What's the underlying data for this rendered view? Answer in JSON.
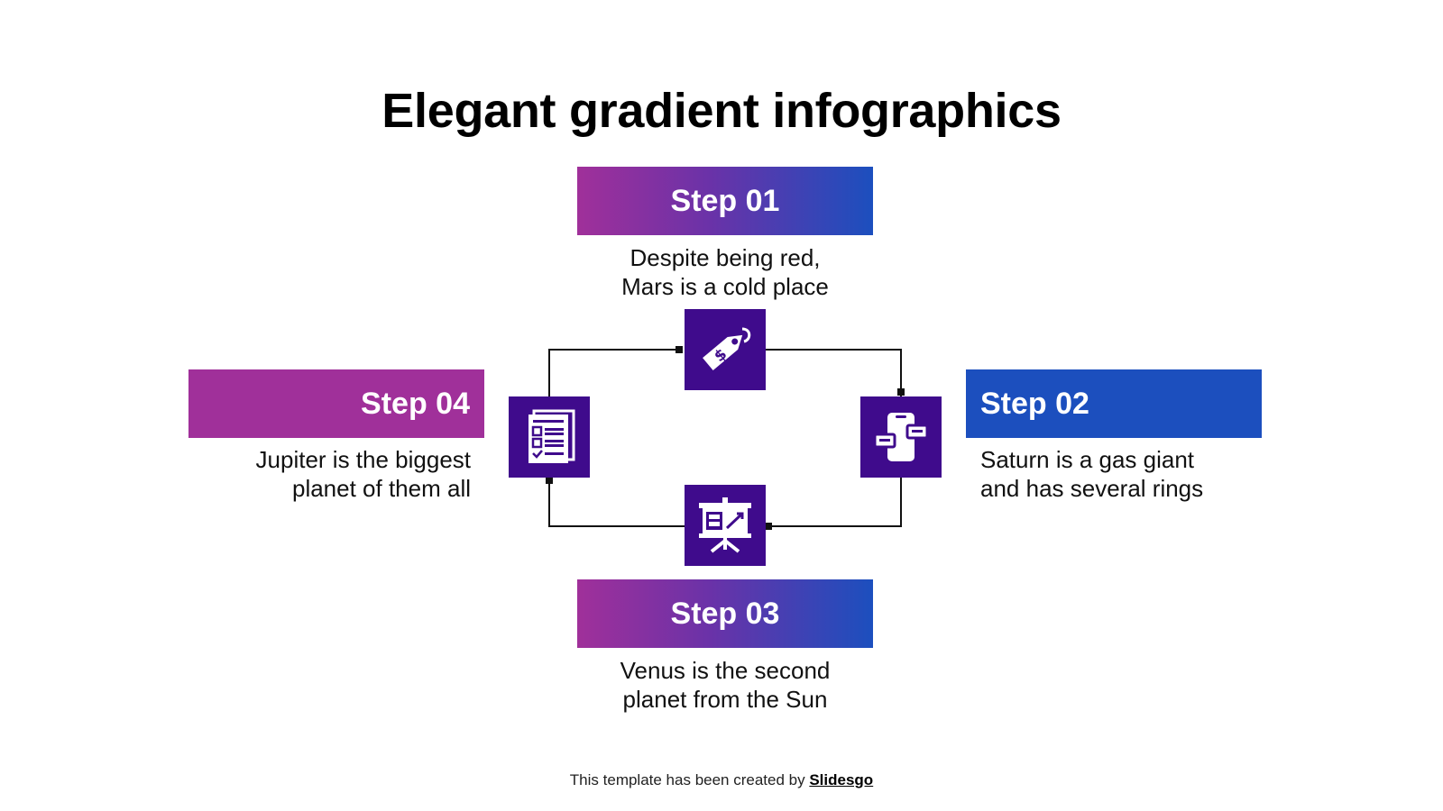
{
  "title": "Elegant gradient infographics",
  "steps": [
    {
      "label": "Step 01",
      "line1": "Despite being red,",
      "line2": "Mars is a cold place",
      "icon": "price-tag-icon"
    },
    {
      "label": "Step 02",
      "line1": "Saturn is a gas giant",
      "line2": "and has several rings",
      "icon": "smartphone-chat-icon"
    },
    {
      "label": "Step 03",
      "line1": "Venus is the second",
      "line2": "planet from the Sun",
      "icon": "presentation-board-icon"
    },
    {
      "label": "Step 04",
      "line1": "Jupiter is the biggest",
      "line2": "planet of them all",
      "icon": "checklist-form-icon"
    }
  ],
  "footer": {
    "prefix": "This template has been created by ",
    "brand": "Slidesgo"
  },
  "colors": {
    "magenta": "#a0309a",
    "blue": "#1c4fbe",
    "icon_bg": "#3f0b8c",
    "connector": "#111111"
  }
}
